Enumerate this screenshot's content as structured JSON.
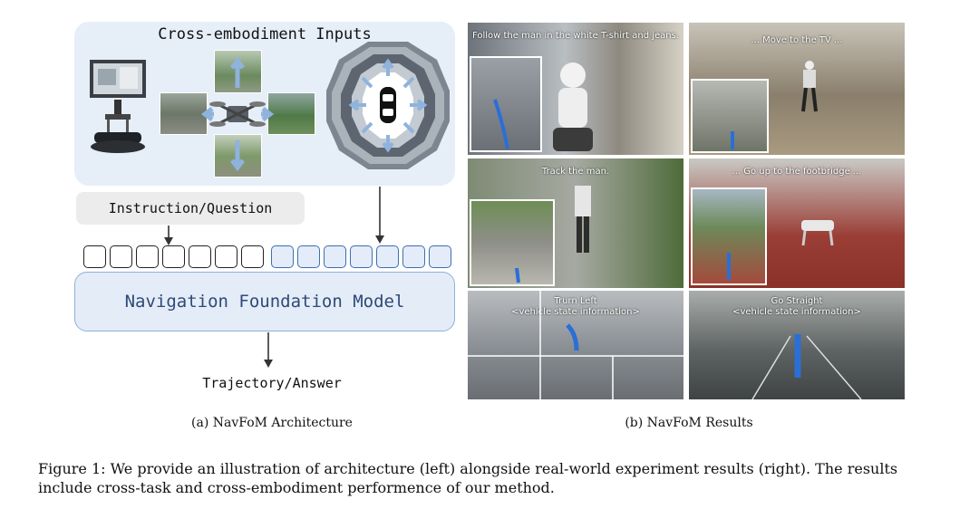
{
  "architecture": {
    "inputs_title": "Cross-embodiment Inputs",
    "instruction_label": "Instruction/Question",
    "model_label": "Navigation Foundation Model",
    "output_label": "Trajectory/Answer",
    "subcaption": "(a) NavFoM Architecture"
  },
  "results": {
    "subcaption": "(b) NavFoM Results",
    "panels": [
      {
        "text": "Follow the man in the white T-shirt and jeans."
      },
      {
        "text": "... Move to the TV ..."
      },
      {
        "text": "Track the man."
      },
      {
        "text": "... Go up to the footbridge ..."
      },
      {
        "text": "Trurn Left",
        "subtext": "<vehicle state information>"
      },
      {
        "text": "Go Straight",
        "subtext": "<vehicle state information>"
      }
    ]
  },
  "caption": "Figure 1: We provide an illustration of architecture (left) alongside real-world experiment results (right). The results include cross-task and cross-embodiment performence of our method.",
  "colors": {
    "panel_bg": "#e6eef8",
    "model_text": "#2e4a78",
    "token_blue": "#3f6fb0"
  }
}
